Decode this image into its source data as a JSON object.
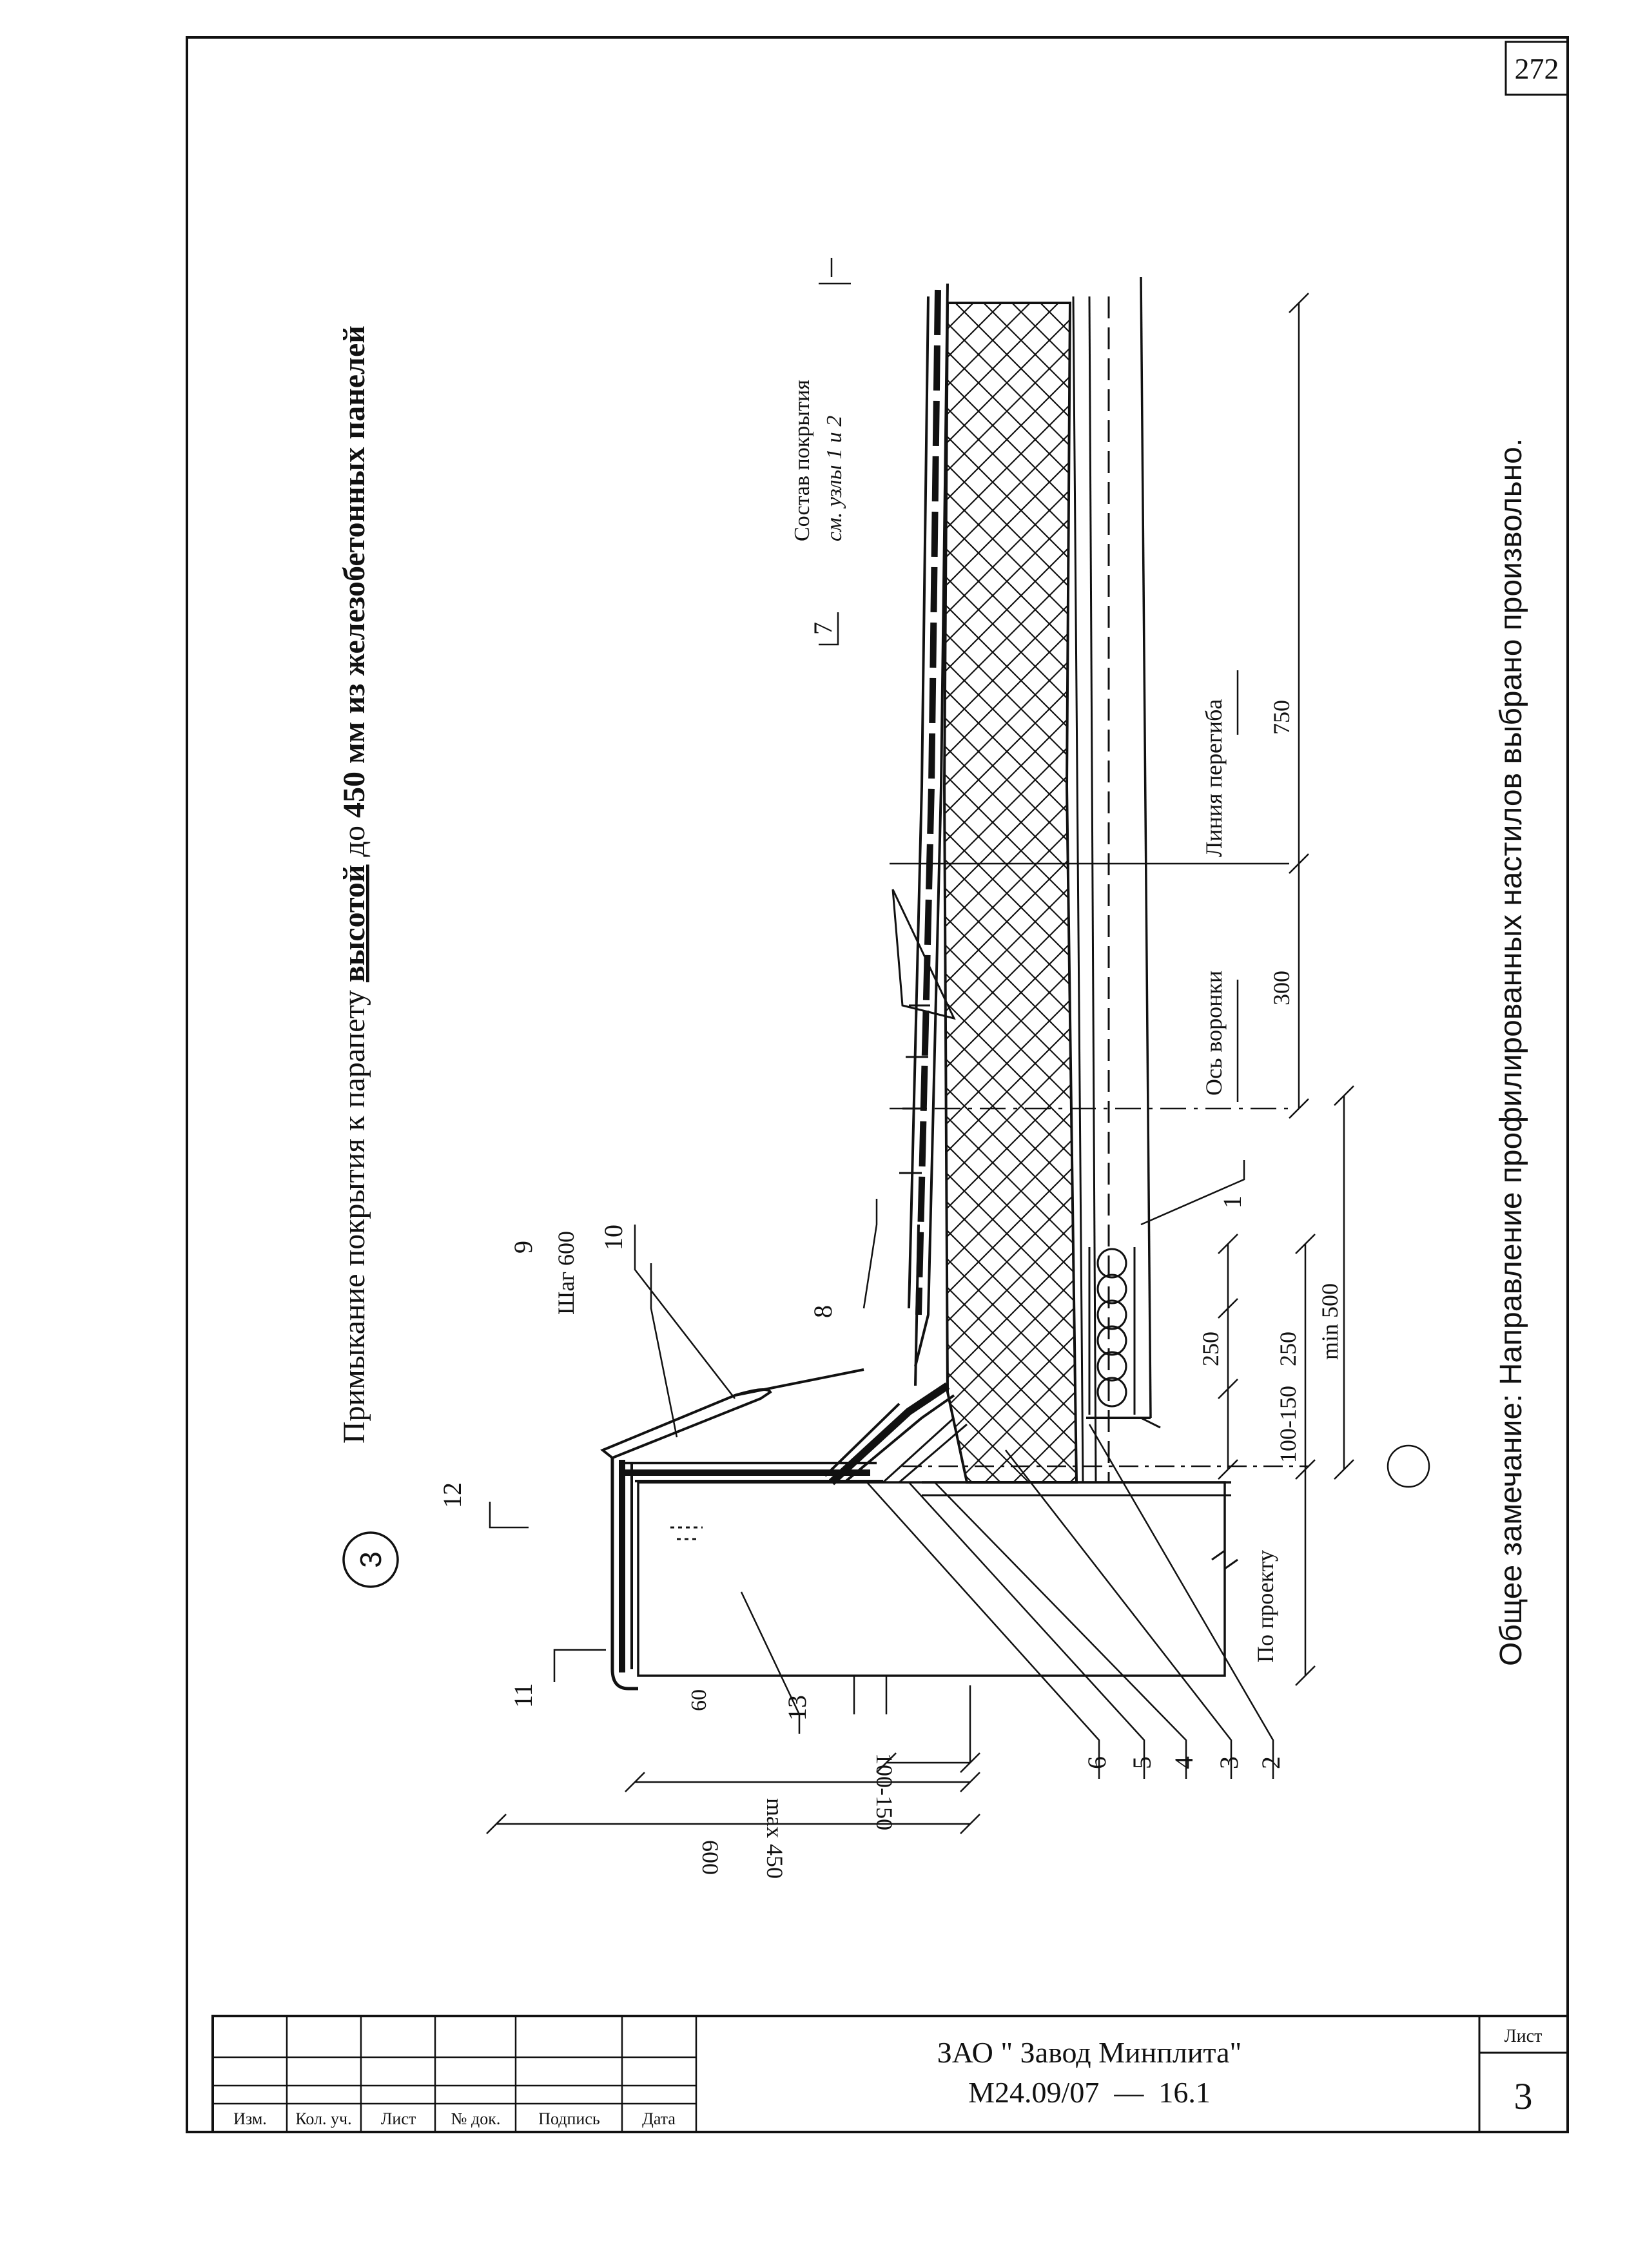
{
  "page_number": "272",
  "node": {
    "number": "3",
    "title_prefix": "Примыкание покрытия к парапету ",
    "title_bold": "высотой",
    "title_middle": " до ",
    "title_bold2": "450 мм из железобетонных панелей"
  },
  "callouts": {
    "c1": "1",
    "c2": "2",
    "c3": "3",
    "c4": "4",
    "c5": "5",
    "c6": "6",
    "c7": "7",
    "c8": "8",
    "c9": "9",
    "c10": "10",
    "c11": "11",
    "c12": "12",
    "c13": "13"
  },
  "labels": {
    "step": "Шаг 600",
    "composition_line1": "Состав покрытия",
    "composition_line2": "см. узлы 1 и 2",
    "bend_line": "Линия перегиба",
    "funnel_axis": "Ось воронки",
    "by_project": "По проекту"
  },
  "dimensions": {
    "d750": "750",
    "d300": "300",
    "d250a": "250",
    "d250b": "250",
    "d100_150a": "100-150",
    "d100_150b": "100-150",
    "min500": "min 500",
    "d60": "60",
    "max450": "max 450",
    "d600": "600"
  },
  "general_note": "Общее замечание: Направление профилированных настилов выбрано произвольно.",
  "title_block": {
    "organization": "ЗАО \" Завод Минплита\"",
    "document": "М24.09/07  —  16.1",
    "sheet_label": "Лист",
    "sheet_number": "3",
    "col_izm": "Изм.",
    "col_kol": "Кол. уч.",
    "col_list": "Лист",
    "col_doc": "№ док.",
    "col_sign": "Подпись",
    "col_date": "Дата"
  }
}
